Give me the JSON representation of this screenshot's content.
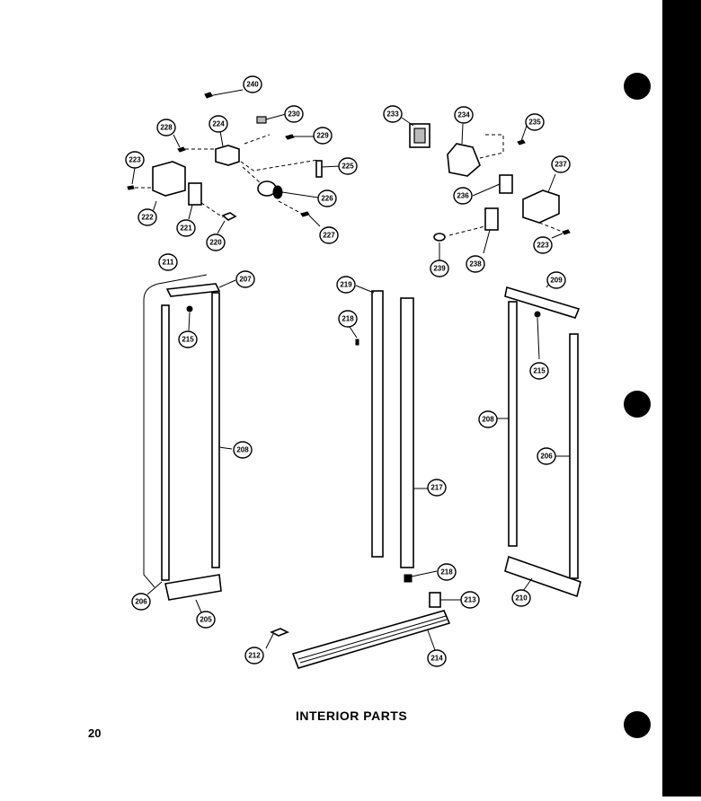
{
  "title": "INTERIOR PARTS",
  "page_number": "20",
  "callouts": [
    {
      "id": "c240",
      "label": "240"
    },
    {
      "id": "c228",
      "label": "228"
    },
    {
      "id": "c224",
      "label": "224"
    },
    {
      "id": "c230",
      "label": "230"
    },
    {
      "id": "c229",
      "label": "229"
    },
    {
      "id": "c223a",
      "label": "223"
    },
    {
      "id": "c225",
      "label": "225"
    },
    {
      "id": "c222",
      "label": "222"
    },
    {
      "id": "c221",
      "label": "221"
    },
    {
      "id": "c226",
      "label": "226"
    },
    {
      "id": "c220",
      "label": "220"
    },
    {
      "id": "c227",
      "label": "227"
    },
    {
      "id": "c233",
      "label": "233"
    },
    {
      "id": "c234",
      "label": "234"
    },
    {
      "id": "c235",
      "label": "235"
    },
    {
      "id": "c237",
      "label": "237"
    },
    {
      "id": "c236",
      "label": "236"
    },
    {
      "id": "c238",
      "label": "238"
    },
    {
      "id": "c239",
      "label": "239"
    },
    {
      "id": "c223b",
      "label": "223"
    },
    {
      "id": "c211",
      "label": "211"
    },
    {
      "id": "c207",
      "label": "207"
    },
    {
      "id": "c215a",
      "label": "215"
    },
    {
      "id": "c208",
      "label": "208"
    },
    {
      "id": "c206a",
      "label": "206"
    },
    {
      "id": "c205",
      "label": "205"
    },
    {
      "id": "c219",
      "label": "219"
    },
    {
      "id": "c218a",
      "label": "218"
    },
    {
      "id": "c217",
      "label": "217"
    },
    {
      "id": "c218b",
      "label": "218"
    },
    {
      "id": "c213",
      "label": "213"
    },
    {
      "id": "c214",
      "label": "214"
    },
    {
      "id": "c212",
      "label": "212"
    },
    {
      "id": "c209",
      "label": "209"
    },
    {
      "id": "c215b",
      "label": "215"
    },
    {
      "id": "c208b",
      "label": "208"
    },
    {
      "id": "c206b",
      "label": "206"
    },
    {
      "id": "c210",
      "label": "210"
    }
  ]
}
